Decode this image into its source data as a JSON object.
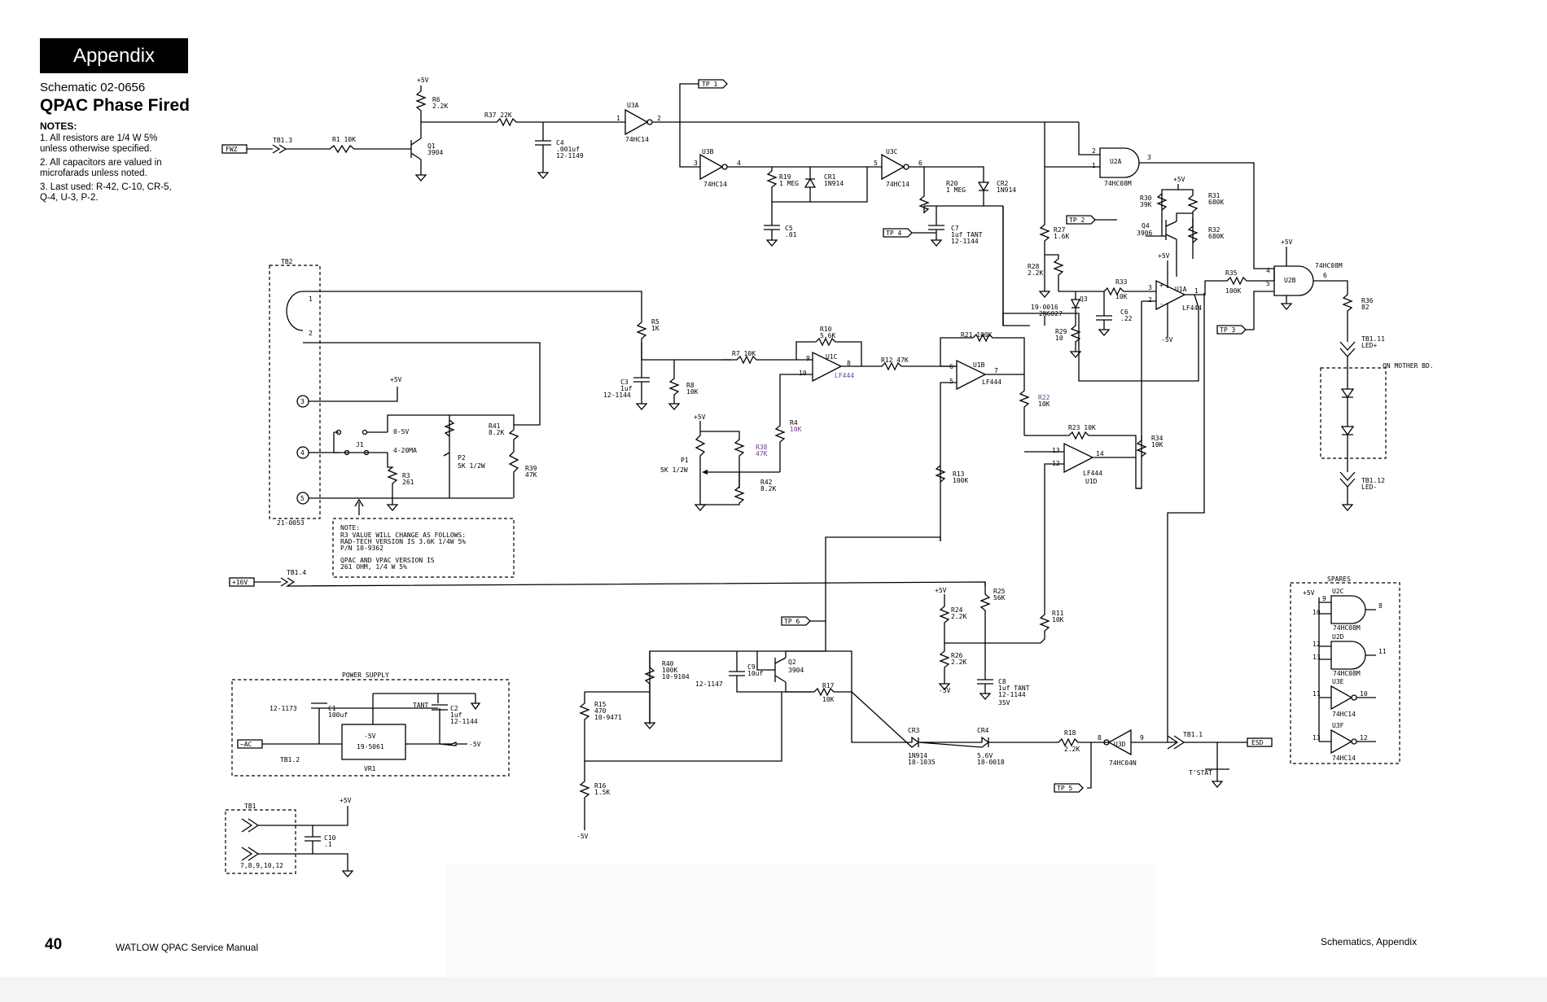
{
  "header": {
    "section_tab": "Appendix",
    "schematic_number": "Schematic 02-0656",
    "title": "QPAC Phase Fired"
  },
  "notes": {
    "heading": "NOTES:",
    "items": [
      "1. All resistors are 1/4 W 5% unless otherwise specified.",
      "2. All capacitors are valued in microfarads unless noted.",
      "3. Last used: R-42, C-10, CR-5, Q-4, U-3, P-2."
    ]
  },
  "schematic": {
    "connectors": {
      "fwz": "FWZ",
      "tb1_3": "TB1.3",
      "p16v": "+16V",
      "tb1_4": "TB1.4",
      "ac": "~AC",
      "tb1_2": "TB1.2",
      "esd": "ESD",
      "tb1_1": "TB1.1",
      "tstat": "T'STAT",
      "tb1_11": "TB1.11",
      "led_plus": "LED+",
      "tb1_12": "TB1.12",
      "led_minus": "LED-",
      "tb2": "TB2",
      "tb2_part": "21-0053",
      "tb1_bottom": "TB1",
      "tb1_bottom_pins": "7,8,9,10,12"
    },
    "test_points": [
      "TP 1",
      "TP 2",
      "TP 3",
      "TP 4",
      "TP 5",
      "TP 6"
    ],
    "supplies": {
      "p5v": "+5V",
      "m5v": "-5V"
    },
    "resistors": {
      "r1": "R1 10K",
      "r6": "R6",
      "r6v": "2.2K",
      "r37": "R37 22K",
      "r19": "R19",
      "r19v": "1 MEG",
      "r20": "R20",
      "r20v": "1 MEG",
      "r27": "R27",
      "r27v": "1.6K",
      "r28": "R28",
      "r28v": "2.2K",
      "r29": "R29",
      "r29v": "10",
      "r30": "R30",
      "r30v": "39K",
      "r31": "R31",
      "r31v": "680K",
      "r32": "R32",
      "r32v": "680K",
      "r33": "R33",
      "r33v": "10K",
      "r35": "R35",
      "r35v": "100K",
      "r36": "R36",
      "r36v": "82",
      "r5": "R5",
      "r5v": "1K",
      "r8": "R8",
      "r8v": "10K",
      "r10": "R10",
      "r10v": "5.6K",
      "r7": "R7 10K",
      "r12": "R12 47K",
      "r21": "R21 100K",
      "r22": "R22",
      "r22v": "10K",
      "r23": "R23 10K",
      "r34": "R34",
      "r34v": "10K",
      "r4": "R4",
      "r4v": "10K",
      "r38": "R38",
      "r38v": "47K",
      "r42": "R42",
      "r42v": "8.2K",
      "r13": "R13",
      "r13v": "100K",
      "r41": "R41",
      "r41v": "8.2K",
      "r39": "R39",
      "r39v": "47K",
      "r3": "R3",
      "r3v": "261",
      "r25": "R25",
      "r25v": "56K",
      "r24": "R24",
      "r24v": "2.2K",
      "r26": "R26",
      "r26v": "2.2K",
      "r11": "R11",
      "r11v": "10K",
      "r40": "R40",
      "r40v": "100K",
      "r40p": "10-9104",
      "r17": "R17",
      "r17v": "10K",
      "r15": "R15",
      "r15v": "470",
      "r15p": "10-9471",
      "r16": "R16",
      "r16v": "1.5K",
      "r18": "R18",
      "r18v": "2.2K"
    },
    "capacitors": {
      "c4": "C4",
      "c4v": ".001uf",
      "c4p": "12-1149",
      "c5": "C5",
      "c5v": ".01",
      "c7": "C7",
      "c7v": "1uf TANT",
      "c7p": "12-1144",
      "c6": "C6",
      "c6v": ".22",
      "c3": "C3",
      "c3v": "1uf",
      "c3p": "12-1144",
      "c9": "C9",
      "c9v": "10uf",
      "c9p": "12-1147",
      "c8": "C8",
      "c8v": "1uf TANT",
      "c8p": "12-1144",
      "c8r": "35V",
      "c1": "C1",
      "c1v": "100uf",
      "c1p": "12-1173",
      "c2": "C2",
      "c2v": "1uf",
      "c2p": "12-1144",
      "tant": "TANT",
      "c10": "C10",
      "c10v": ".1"
    },
    "semis": {
      "q1": "Q1",
      "q1v": "3904",
      "q2": "Q2",
      "q2v": "3904",
      "q3": "Q3",
      "q3p": "19-0016",
      "q3v": "2N6027",
      "q4": "Q4",
      "q4v": "3906",
      "cr1": "CR1",
      "cr1v": "1N914",
      "cr2": "CR2",
      "cr2v": "1N914",
      "cr3": "CR3",
      "cr3v": "1N914",
      "cr3p": "18-1035",
      "cr4": "CR4",
      "cr4v": "5.6V",
      "cr4p": "18-0018"
    },
    "ics": {
      "u3a": "U3A",
      "u3b": "U3B",
      "u3c": "U3C",
      "u3d": "U3D",
      "u3e": "U3E",
      "u3f": "U3F",
      "hc14": "74HC14",
      "hc04": "74HC04N",
      "u2a": "U2A",
      "u2b": "U2B",
      "u2c": "U2C",
      "u2d": "U2D",
      "hc08": "74HC08M",
      "u1a": "U1A",
      "u1b": "U1B",
      "u1c": "U1C",
      "u1d": "U1D",
      "lf444": "LF444"
    },
    "pots": {
      "p1": "P1",
      "p1v": "5K 1/2W",
      "p2": "P2",
      "p2v": "5K 1/2W"
    },
    "jumper": {
      "j1": "J1",
      "opt1": "0-5V",
      "opt2": "4-20MA"
    },
    "note_box": [
      "NOTE:",
      "R3 VALUE WILL CHANGE AS FOLLOWS:",
      "RAD-TECH VERSION IS 3.6K 1/4W 5%",
      "P/N 10-9362",
      "QPAC AND VPAC VERSION IS",
      "261 OHM, 1/4 W 5%"
    ],
    "power_supply": {
      "title": "POWER SUPPLY",
      "reg": "-5V",
      "reg_part": "19-5061",
      "vr": "VR1",
      "out": "-5V"
    },
    "spares_title": "SPARES",
    "mother_bd": "ON MOTHER BD."
  },
  "footer": {
    "page_number": "40",
    "manual": "WATLOW QPAC Service Manual",
    "section": "Schematics, Appendix"
  }
}
